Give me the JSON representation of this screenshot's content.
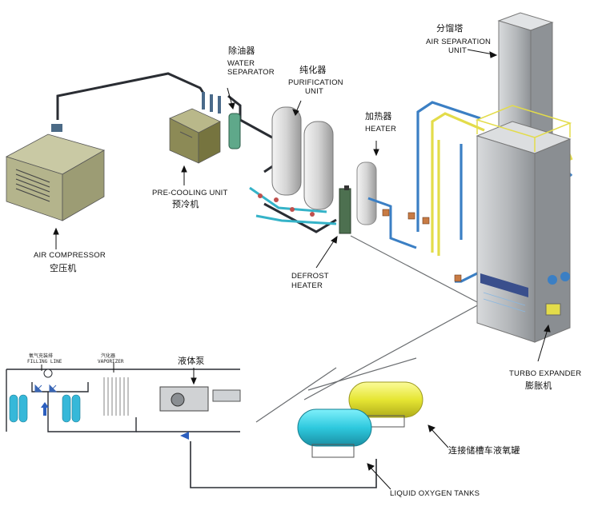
{
  "labels": {
    "air_compressor_en": "AIR COMPRESSOR",
    "air_compressor_cn": "空压机",
    "precooling_en": "PRE-COOLING UNIT",
    "precooling_cn": "预冷机",
    "water_sep_cn": "除油器",
    "water_sep_en_1": "WATER",
    "water_sep_en_2": "SEPARATOR",
    "purification_cn": "纯化器",
    "purification_en_1": "PURIFICATION",
    "purification_en_2": "UNIT",
    "heater_cn": "加热器",
    "heater_en": "HEATER",
    "air_sep_cn": "分馏塔",
    "air_sep_en_1": "AIR SEPARATION",
    "air_sep_en_2": "UNIT",
    "defrost_en_1": "DEFROST",
    "defrost_en_2": "HEATER",
    "turbo_en": "TURBO EXPANDER",
    "turbo_cn": "膨胀机",
    "tanker_cn": "连接储槽车液氧罐",
    "lox_tanks": "LIQUID OXYGEN TANKS",
    "pump_cn": "液体泵",
    "filling_cn": "氧气充装排",
    "filling_en": "FILLING LINE",
    "vaporizer_cn": "汽化器",
    "vaporizer_en": "VAPORIZER"
  },
  "colors": {
    "pipe_dark": "#2a2d33",
    "pipe_blue": "#3b7fc4",
    "pipe_yellow": "#e3dc4a",
    "pipe_cyan": "#35b3c8",
    "unit_olive": "#a8a878",
    "tank_cyan": "#3fd6e8",
    "tank_yellow": "#ecec3c",
    "column_gray": "#b9bcbf"
  },
  "icons": [
    "arrow-icon",
    "gas-cylinder-icon",
    "pressure-gauge-icon",
    "valve-icon"
  ]
}
